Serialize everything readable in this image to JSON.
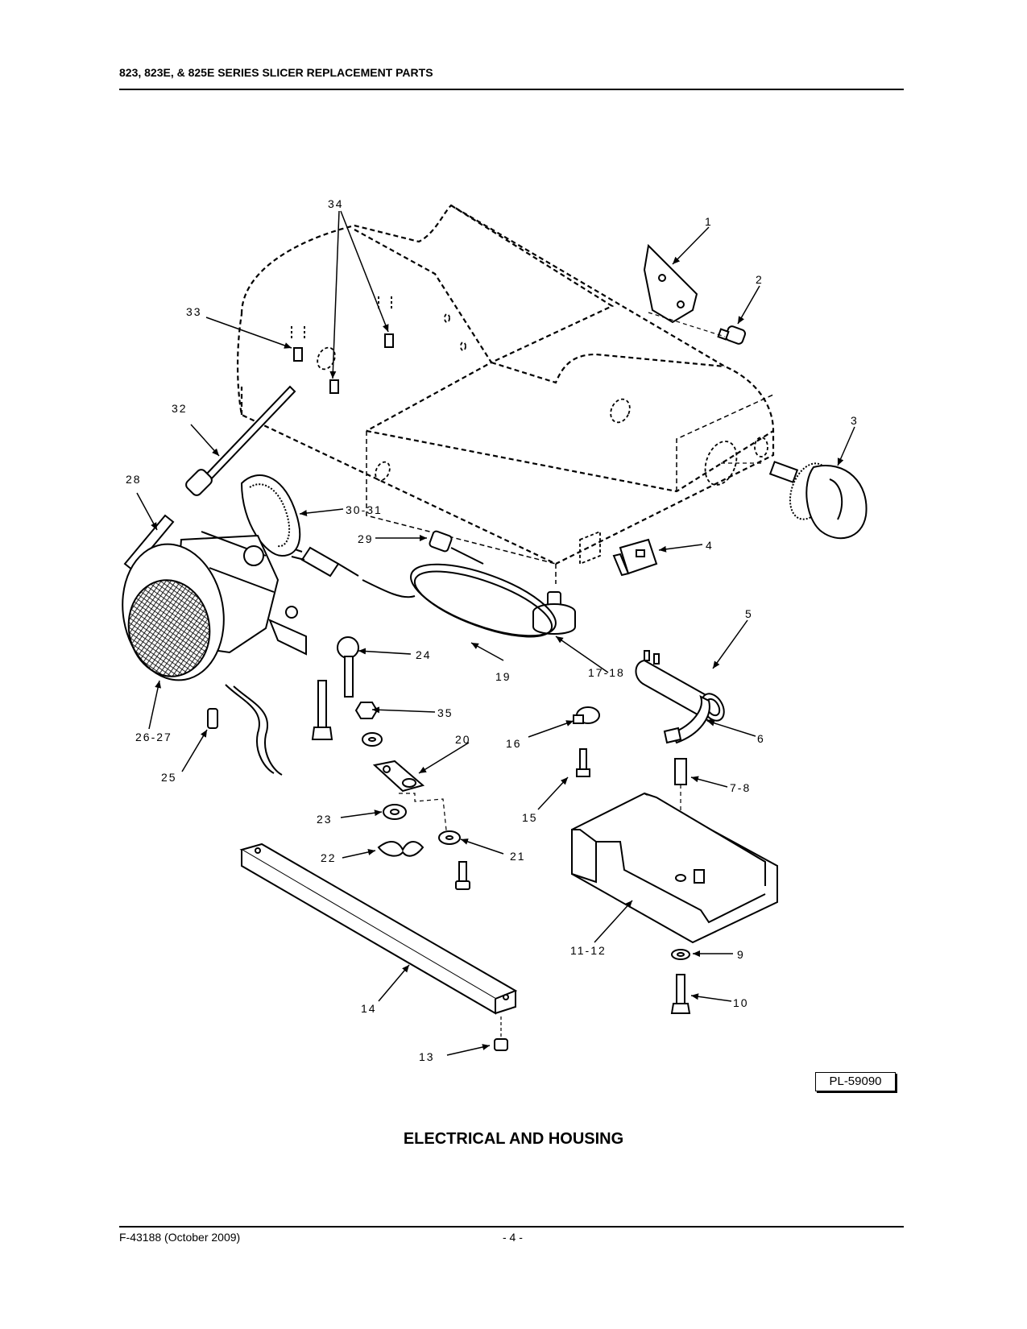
{
  "header": {
    "title": "823, 823E, & 825E SERIES SLICER REPLACEMENT PARTS"
  },
  "diagram": {
    "plate_label": "PL-59090",
    "section_title": "ELECTRICAL AND HOUSING",
    "callouts": {
      "c1": "1",
      "c2": "2",
      "c3": "3",
      "c4": "4",
      "c5": "5",
      "c6": "6",
      "c7_8": "7-8",
      "c9": "9",
      "c10": "10",
      "c11_12": "11-12",
      "c13": "13",
      "c14": "14",
      "c15": "15",
      "c16": "16",
      "c17_18": "17-18",
      "c19": "19",
      "c20": "20",
      "c21": "21",
      "c22": "22",
      "c23": "23",
      "c24": "24",
      "c25": "25",
      "c26_27": "26-27",
      "c28": "28",
      "c29": "29",
      "c30_31": "30-31",
      "c32": "32",
      "c33": "33",
      "c34": "34",
      "c35": "35"
    }
  },
  "footer": {
    "doc_id": "F-43188 (October 2009)",
    "page": "- 4 -"
  }
}
